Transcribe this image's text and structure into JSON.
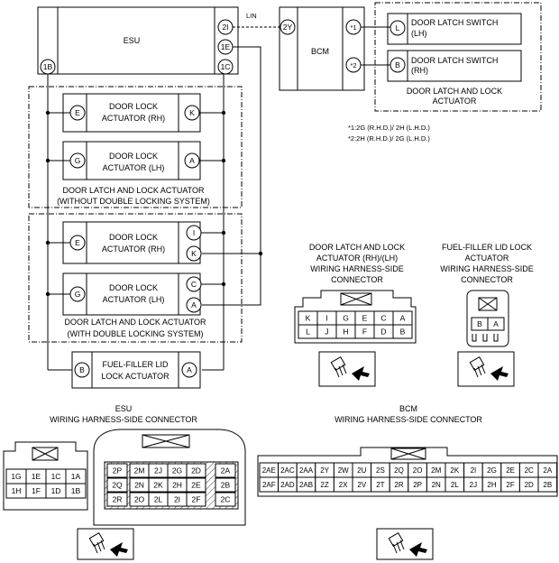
{
  "esu": {
    "title": "ESU",
    "pins": {
      "p2I": "2I",
      "p1E": "1E",
      "p1B": "1B",
      "p1C": "1C"
    }
  },
  "lin_label": "LIN",
  "bcm": {
    "title": "BCM",
    "pins": {
      "p2Y": "2Y",
      "s1": "*1",
      "s2": "*2"
    }
  },
  "door_latch_switches": {
    "lh": {
      "pin": "L",
      "line1": "DOOR LATCH SWITCH",
      "line2": "(LH)"
    },
    "rh": {
      "pin": "B",
      "line1": "DOOR LATCH SWITCH",
      "line2": "(RH)"
    },
    "group_line1": "DOOR LATCH AND LOCK",
    "group_line2": "ACTUATOR"
  },
  "notes": {
    "n1": "*1:2G (R.H.D.)/ 2H (L.H.D.)",
    "n2": "*2:2H (R.H.D.)/ 2G (L.H.D.)"
  },
  "group_without": {
    "rh": {
      "left_pin": "E",
      "right_pin": "K",
      "line1": "DOOR LOCK",
      "line2": "ACTUATOR (RH)"
    },
    "lh": {
      "left_pin": "G",
      "right_pin": "A",
      "line1": "DOOR LOCK",
      "line2": "ACTUATOR (LH)"
    },
    "label1": "DOOR LATCH AND LOCK ACTUATOR",
    "label2": "(WITHOUT DOUBLE LOCKING SYSTEM)"
  },
  "group_with": {
    "rh": {
      "left_pin": "E",
      "right_pin1": "I",
      "right_pin2": "K",
      "line1": "DOOR LOCK",
      "line2": "ACTUATOR (RH)"
    },
    "lh": {
      "left_pin": "G",
      "right_pin1": "C",
      "right_pin2": "A",
      "line1": "DOOR LOCK",
      "line2": "ACTUATOR (LH)"
    },
    "label1": "DOOR LATCH AND LOCK ACTUATOR",
    "label2": "(WITH DOUBLE LOCKING SYSTEM)"
  },
  "fuel_actuator": {
    "left_pin": "B",
    "right_pin": "A",
    "line1": "FUEL-FILLER LID",
    "line2": "LOCK ACTUATOR"
  },
  "conn_door": {
    "title": [
      "DOOR LATCH AND LOCK",
      "ACTUATOR (RH)/(LH)",
      "WIRING HARNESS-SIDE",
      "CONNECTOR"
    ],
    "row1": [
      "K",
      "I",
      "G",
      "E",
      "C",
      "A"
    ],
    "row2": [
      "L",
      "J",
      "H",
      "F",
      "D",
      "B"
    ]
  },
  "conn_fuel": {
    "title": [
      "FUEL-FILLER LID LOCK",
      "ACTUATOR",
      "WIRING HARNESS-SIDE",
      "CONNECTOR"
    ],
    "row1": [
      "B",
      "A"
    ]
  },
  "esu_connector": {
    "title1": "ESU",
    "title2": "WIRING HARNESS-SIDE CONNECTOR",
    "small_row1": [
      "1G",
      "1E",
      "1C",
      "1A"
    ],
    "small_row2": [
      "1H",
      "1F",
      "1D",
      "1B"
    ],
    "big": [
      "2P",
      "2M",
      "2J",
      "2G",
      "2D",
      "2A",
      "2Q",
      "2N",
      "2K",
      "2H",
      "2E",
      "2B",
      "2R",
      "2O",
      "2L",
      "2I",
      "2F",
      "2C"
    ]
  },
  "bcm_connector": {
    "title1": "BCM",
    "title2": "WIRING HARNESS-SIDE CONNECTOR",
    "row1": [
      "2AE",
      "2AC",
      "2AA",
      "2Y",
      "2W",
      "2U",
      "2S",
      "2Q",
      "2O",
      "2M",
      "2K",
      "2I",
      "2G",
      "2E",
      "2C",
      "2A"
    ],
    "row2": [
      "2AF",
      "2AD",
      "2AB",
      "2Z",
      "2X",
      "2V",
      "2T",
      "2R",
      "2P",
      "2N",
      "2L",
      "2J",
      "2H",
      "2F",
      "2D",
      "2B"
    ]
  }
}
